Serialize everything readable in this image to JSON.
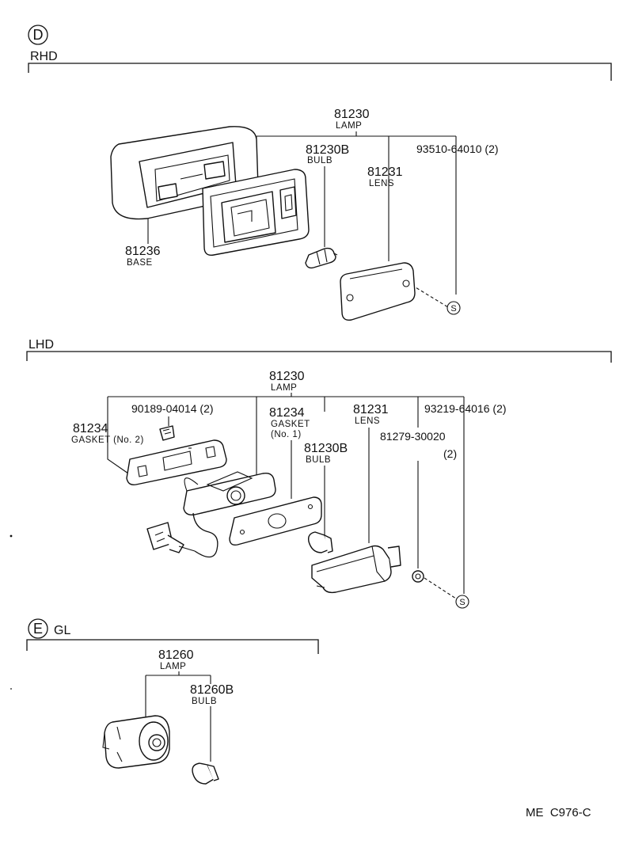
{
  "sections": {
    "d": {
      "marker": "D",
      "title": "RHD"
    },
    "lhd": {
      "title": "LHD"
    },
    "e": {
      "marker": "E",
      "title": "GL"
    }
  },
  "rhd": {
    "lamp": {
      "number": "81230",
      "name": "LAMP"
    },
    "bulb": {
      "number": "81230B",
      "name": "BULB"
    },
    "lens": {
      "number": "81231",
      "name": "LENS"
    },
    "screw": {
      "number": "93510-64010 (2)",
      "mark": "S"
    },
    "base": {
      "number": "81236",
      "name": "BASE"
    }
  },
  "lhd": {
    "lamp": {
      "number": "81230",
      "name": "LAMP"
    },
    "clip": {
      "number": "90189-04014 (2)"
    },
    "gasket2": {
      "number": "81234",
      "name": "GASKET (No. 2)"
    },
    "gasket1": {
      "number": "81234",
      "name": "GASKET",
      "sub": "(No. 1)"
    },
    "lens": {
      "number": "81231",
      "name": "LENS"
    },
    "bulb": {
      "number": "81230B",
      "name": "BULB"
    },
    "screw": {
      "number": "93219-64016 (2)",
      "mark": "S"
    },
    "washer": {
      "number": "81279-30020",
      "qty": "(2)"
    }
  },
  "gl": {
    "lamp": {
      "number": "81260",
      "name": "LAMP"
    },
    "bulb": {
      "number": "81260B",
      "name": "BULB"
    }
  },
  "footer": {
    "code": "ME  C976-C"
  }
}
